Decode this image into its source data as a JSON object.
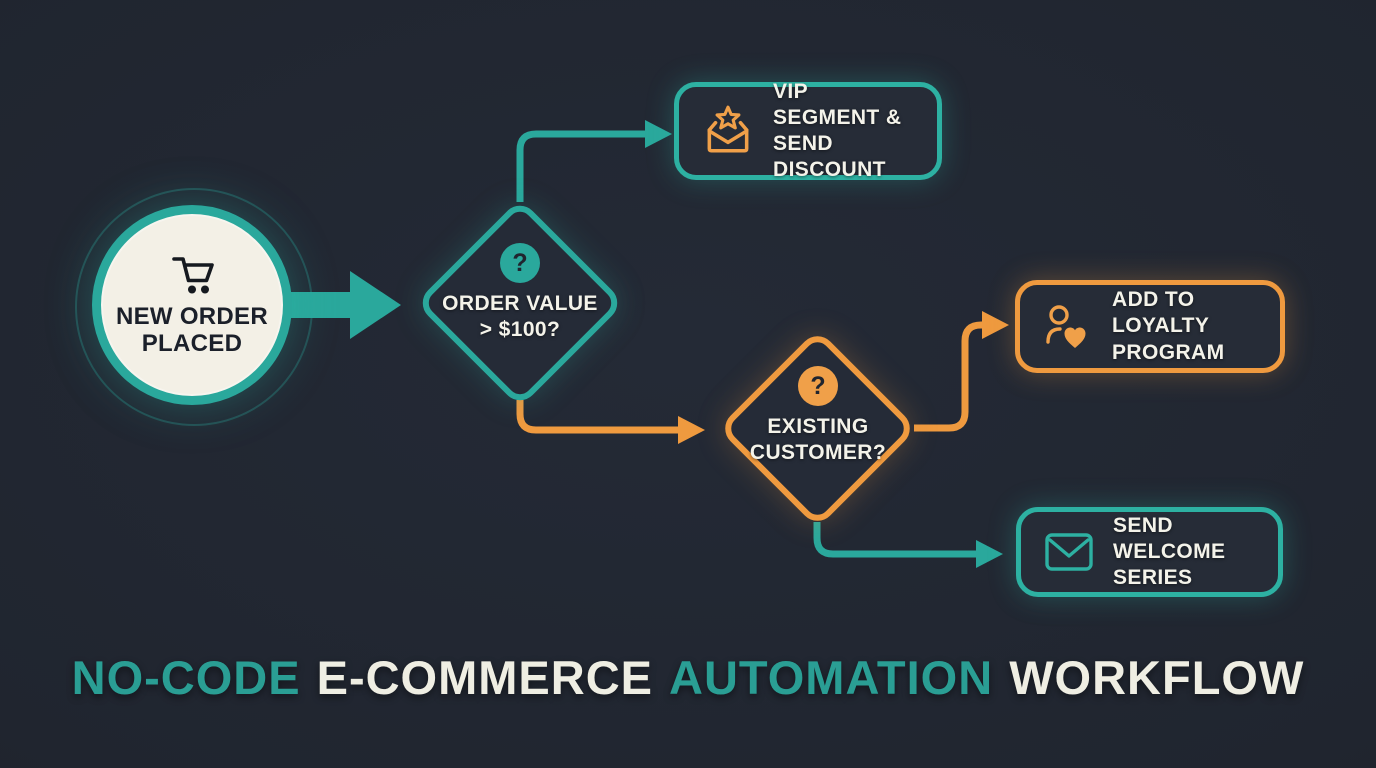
{
  "background": {
    "color": "#20252f"
  },
  "colors": {
    "teal": "#2aa89c",
    "orange": "#ef9a3f",
    "cream_node_fill": "#f3f0e6",
    "box_fill": "#262c37",
    "label_light": "#f4f3ea",
    "label_dark": "#1b202a"
  },
  "glyphs": {
    "question_mark": "?"
  },
  "nodes": {
    "start": {
      "type": "start-event",
      "icon": "shopping-cart-icon",
      "lines": [
        "NEW ORDER",
        "PLACED"
      ]
    },
    "decision1": {
      "type": "decision",
      "icon": "question-mark-icon",
      "lines": [
        "ORDER VALUE",
        "> $100?"
      ]
    },
    "decision2": {
      "type": "decision",
      "icon": "question-mark-icon",
      "lines": [
        "EXISTING",
        "CUSTOMER?"
      ]
    },
    "action_vip": {
      "type": "action",
      "icon": "star-envelope-icon",
      "lines": [
        "VIP SEGMENT &",
        "SEND DISCOUNT"
      ]
    },
    "action_loyalty": {
      "type": "action",
      "icon": "person-heart-icon",
      "lines": [
        "ADD TO LOYALTY",
        "PROGRAM"
      ]
    },
    "action_welcome": {
      "type": "action",
      "icon": "envelope-icon",
      "lines": [
        "SEND WELCOME",
        "SERIES"
      ]
    }
  },
  "edges": [
    {
      "from": "start",
      "to": "decision1",
      "color": "teal",
      "style": "block-arrow"
    },
    {
      "from": "decision1",
      "to": "action_vip",
      "color": "teal",
      "style": "elbow-up-right"
    },
    {
      "from": "decision1",
      "to": "decision2",
      "color": "orange",
      "style": "elbow-down-right"
    },
    {
      "from": "decision2",
      "to": "action_loyalty",
      "color": "orange",
      "style": "elbow-right-up-right"
    },
    {
      "from": "decision2",
      "to": "action_welcome",
      "color": "teal",
      "style": "elbow-down-right"
    }
  ],
  "title": {
    "parts": [
      {
        "text": "NO-CODE",
        "color": "teal"
      },
      {
        "text": "E-COMMERCE",
        "color": "white"
      },
      {
        "text": "AUTOMATION",
        "color": "teal"
      },
      {
        "text": "WORKFLOW",
        "color": "white"
      }
    ]
  }
}
